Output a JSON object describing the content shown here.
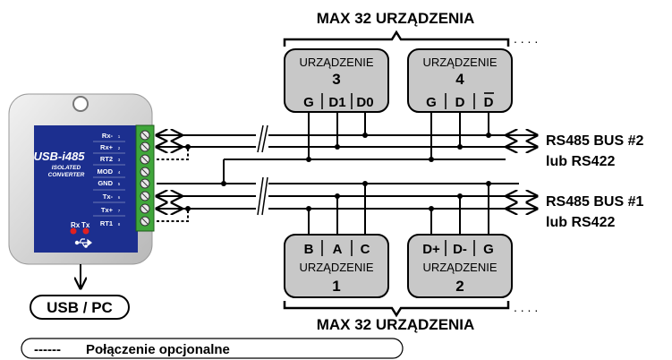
{
  "groups": {
    "top_title": "MAX 32 URZĄDZENIA",
    "bottom_title": "MAX 32 URZĄDZENIA"
  },
  "converter": {
    "brand": "USB-i485",
    "sub1": "ISOLATED",
    "sub2": "CONVERTER",
    "led_rx": "Rx",
    "led_tx": "Tx",
    "terminals": [
      {
        "label": "Rx-",
        "num": "1"
      },
      {
        "label": "Rx+",
        "num": "2"
      },
      {
        "label": "RT2",
        "num": "3"
      },
      {
        "label": "MOD",
        "num": "4"
      },
      {
        "label": "GND",
        "num": "5"
      },
      {
        "label": "Tx-",
        "num": "6"
      },
      {
        "label": "Tx+",
        "num": "7"
      },
      {
        "label": "RT1",
        "num": "8"
      }
    ]
  },
  "devices": {
    "d3": {
      "name": "URZĄDZENIE",
      "num": "3",
      "pins": [
        "G",
        "D1",
        "D0"
      ]
    },
    "d4": {
      "name": "URZĄDZENIE",
      "num": "4",
      "pins": [
        "G",
        "D",
        "D"
      ]
    },
    "d1": {
      "name": "URZĄDZENIE",
      "num": "1",
      "pins": [
        "B",
        "A",
        "C"
      ]
    },
    "d2": {
      "name": "URZĄDZENIE",
      "num": "2",
      "pins": [
        "D+",
        "D-",
        "G"
      ]
    }
  },
  "bus": {
    "bus2": "RS485 BUS #2",
    "bus2_alt": "lub RS422",
    "bus1": "RS485 BUS #1",
    "bus1_alt": "lub RS422"
  },
  "usb_label": "USB / PC",
  "legend": {
    "dashes": "------",
    "text": "Połączenie opcjonalne"
  },
  "colors": {
    "device_fill": "#c8c8c8",
    "converter_panel": "#1c2f8f",
    "terminal_block": "#3fa63a",
    "led": "#e02020",
    "line": "#000000"
  }
}
